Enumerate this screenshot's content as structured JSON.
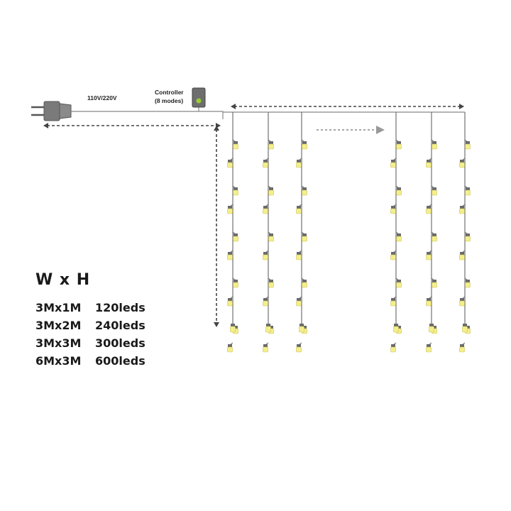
{
  "voltage_label": "110V/220V",
  "controller": {
    "name": "Controller",
    "modes": "(8 modes)",
    "indicator_color": "#9acd32"
  },
  "colors": {
    "wire": "#666666",
    "led": "#f4ef8c",
    "led_cap": "#6a6a6a",
    "arrow": "#777777"
  },
  "icons": [
    "plug-icon",
    "controller-icon",
    "led-bulb-icon",
    "dimension-arrow-icon",
    "continuation-arrow-icon"
  ],
  "spec": {
    "title": "W x H",
    "rows": [
      {
        "size": "3Mx1M",
        "leds": "120leds"
      },
      {
        "size": "3Mx2M",
        "leds": "240leds"
      },
      {
        "size": "3Mx3M",
        "leds": "300leds"
      },
      {
        "size": "6Mx3M",
        "leds": "600leds"
      }
    ]
  }
}
